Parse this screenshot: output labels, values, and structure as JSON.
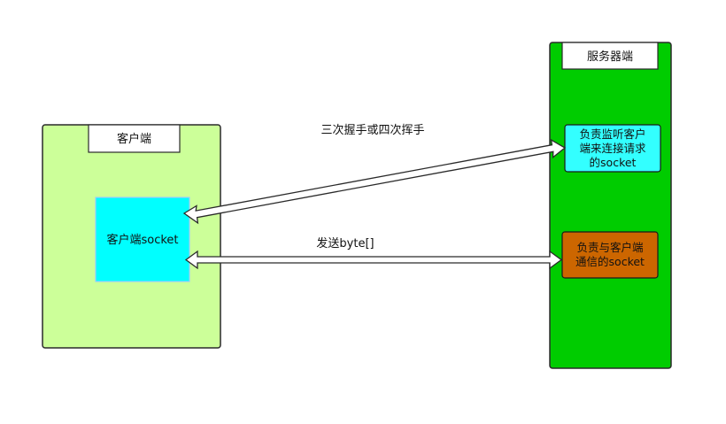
{
  "client": {
    "title": "客户端",
    "socket_label": "客户端socket",
    "panel_color": "#ccff99",
    "socket_color": "#00ffff"
  },
  "server": {
    "title": "服务器端",
    "listen_socket": [
      "负责监听客户",
      "端来连接请求",
      "的socket"
    ],
    "comm_socket": [
      "负责与客户端",
      "通信的socket"
    ],
    "panel_color": "#00cc00",
    "listen_color": "#33ffff",
    "comm_color": "#cc6600"
  },
  "connections": {
    "handshake_label": "三次握手或四次挥手",
    "transfer_label": "发送byte[]"
  }
}
